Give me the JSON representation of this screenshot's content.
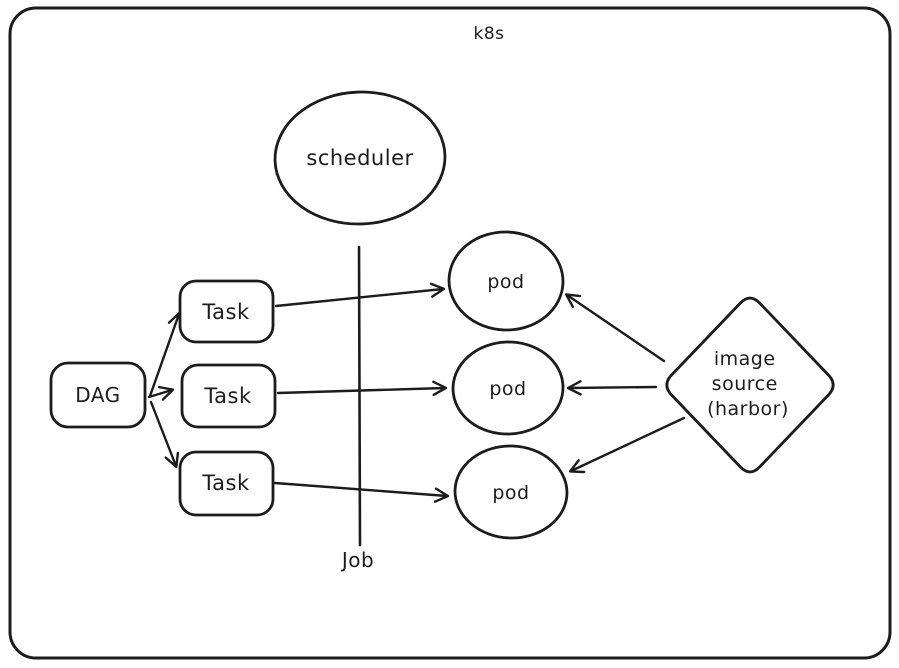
{
  "diagram": {
    "canvas_label": "k8s",
    "nodes": {
      "scheduler": {
        "label": "scheduler",
        "shape": "ellipse"
      },
      "dag": {
        "label": "DAG",
        "shape": "rounded-rect"
      },
      "task1": {
        "label": "Task",
        "shape": "rounded-rect"
      },
      "task2": {
        "label": "Task",
        "shape": "rounded-rect"
      },
      "task3": {
        "label": "Task",
        "shape": "rounded-rect"
      },
      "pod1": {
        "label": "pod",
        "shape": "ellipse"
      },
      "pod2": {
        "label": "pod",
        "shape": "ellipse"
      },
      "pod3": {
        "label": "pod",
        "shape": "ellipse"
      },
      "image_source": {
        "label_lines": [
          "image",
          "source",
          "(harbor)"
        ],
        "shape": "diamond"
      },
      "job_divider": {
        "label": "Job",
        "shape": "vertical-line"
      }
    },
    "edges": [
      {
        "from": "dag",
        "to": "task1"
      },
      {
        "from": "dag",
        "to": "task2"
      },
      {
        "from": "dag",
        "to": "task3"
      },
      {
        "from": "task1",
        "to": "pod1"
      },
      {
        "from": "task2",
        "to": "pod2"
      },
      {
        "from": "task3",
        "to": "pod3"
      },
      {
        "from": "image_source",
        "to": "pod1"
      },
      {
        "from": "image_source",
        "to": "pod2"
      },
      {
        "from": "image_source",
        "to": "pod3"
      }
    ],
    "colors": {
      "stroke": "#1c1c1c",
      "background": "#ffffff"
    }
  }
}
